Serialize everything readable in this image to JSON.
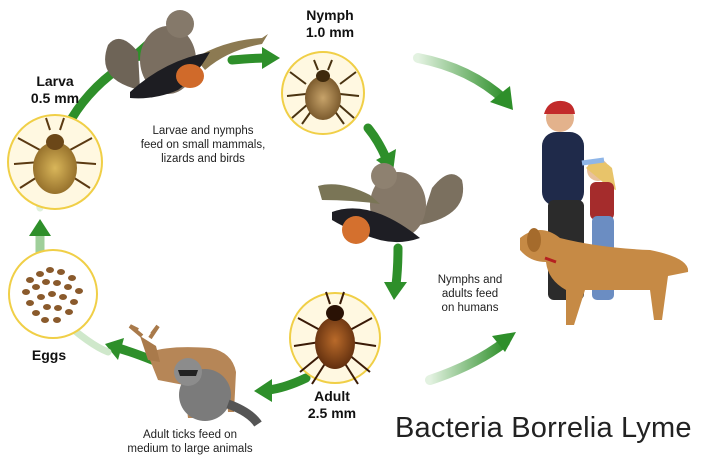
{
  "stages": {
    "nymph": {
      "title": "Nymph",
      "size": "1.0 mm"
    },
    "larva": {
      "title": "Larva",
      "size": "0.5 mm"
    },
    "eggs": {
      "title": "Eggs"
    },
    "adult": {
      "title": "Adult",
      "size": "2.5 mm"
    }
  },
  "captions": {
    "small_hosts": [
      "Larvae and nymphs",
      "feed on small mammals,",
      "lizards and birds"
    ],
    "humans": [
      "Nymphs and",
      "adults feed",
      "on humans"
    ],
    "large_hosts": [
      "Adult ticks feed on",
      "medium to large animals"
    ]
  },
  "footer_text": "Bacteria Borrelia Lyme",
  "colors": {
    "arrow_green": "#2e8f2a",
    "circle_border": "#f0cf47",
    "tick_body": "#7a3b14"
  }
}
